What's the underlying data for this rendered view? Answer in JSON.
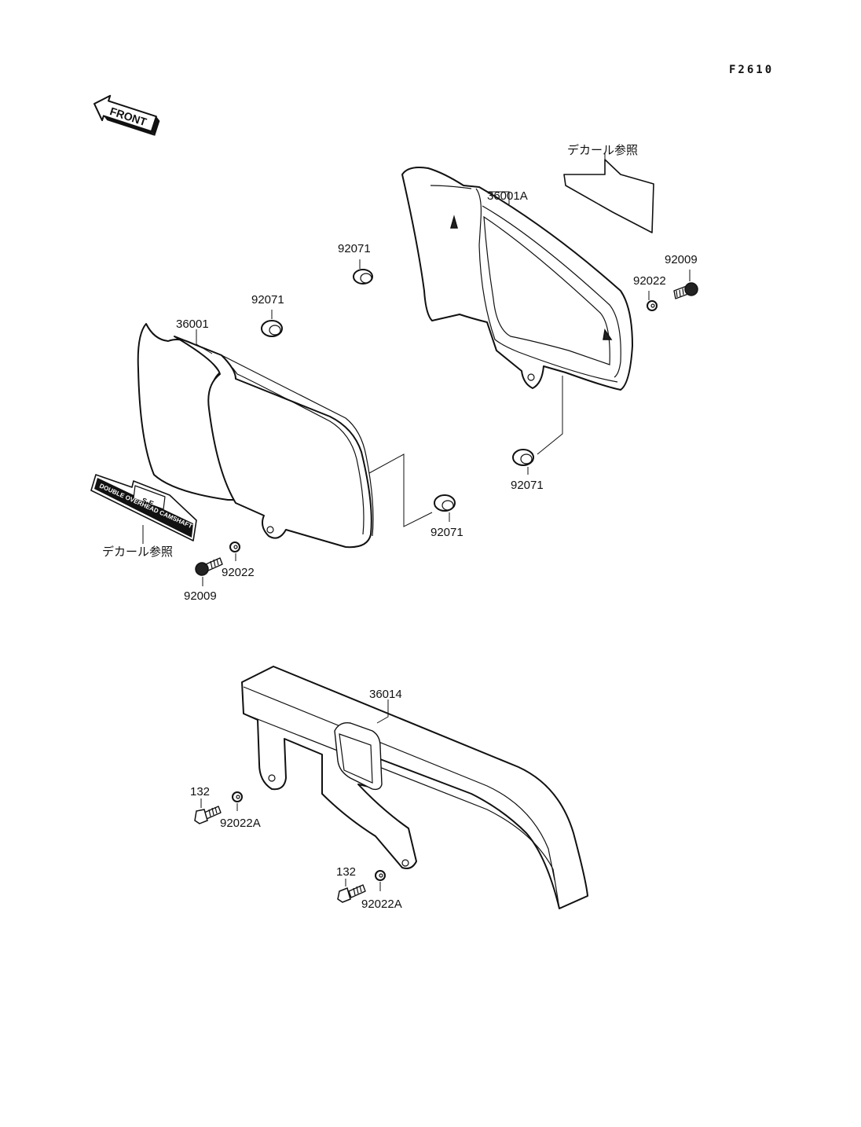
{
  "figure_id": "F2610",
  "front_arrow": {
    "text": "FRONT",
    "icon": "front-arrow-icon"
  },
  "decal_refs": {
    "upper": "デカール参照",
    "lower": "デカール参照"
  },
  "decal_text": {
    "badge": "S-E",
    "strip": "DOUBLE OVERHEAD CAMSHAFT"
  },
  "parts": {
    "cover_left": "36001",
    "cover_right": "36001A",
    "chain_cover": "36014",
    "grommet_1": "92071",
    "grommet_2": "92071",
    "grommet_3": "92071",
    "grommet_4": "92071",
    "washer_right": "92022",
    "washer_left": "92022",
    "bolt_right": "92009",
    "bolt_left": "92009",
    "bolt_chain_1": "132",
    "bolt_chain_2": "132",
    "washer_chain_1": "92022A",
    "washer_chain_2": "92022A"
  }
}
